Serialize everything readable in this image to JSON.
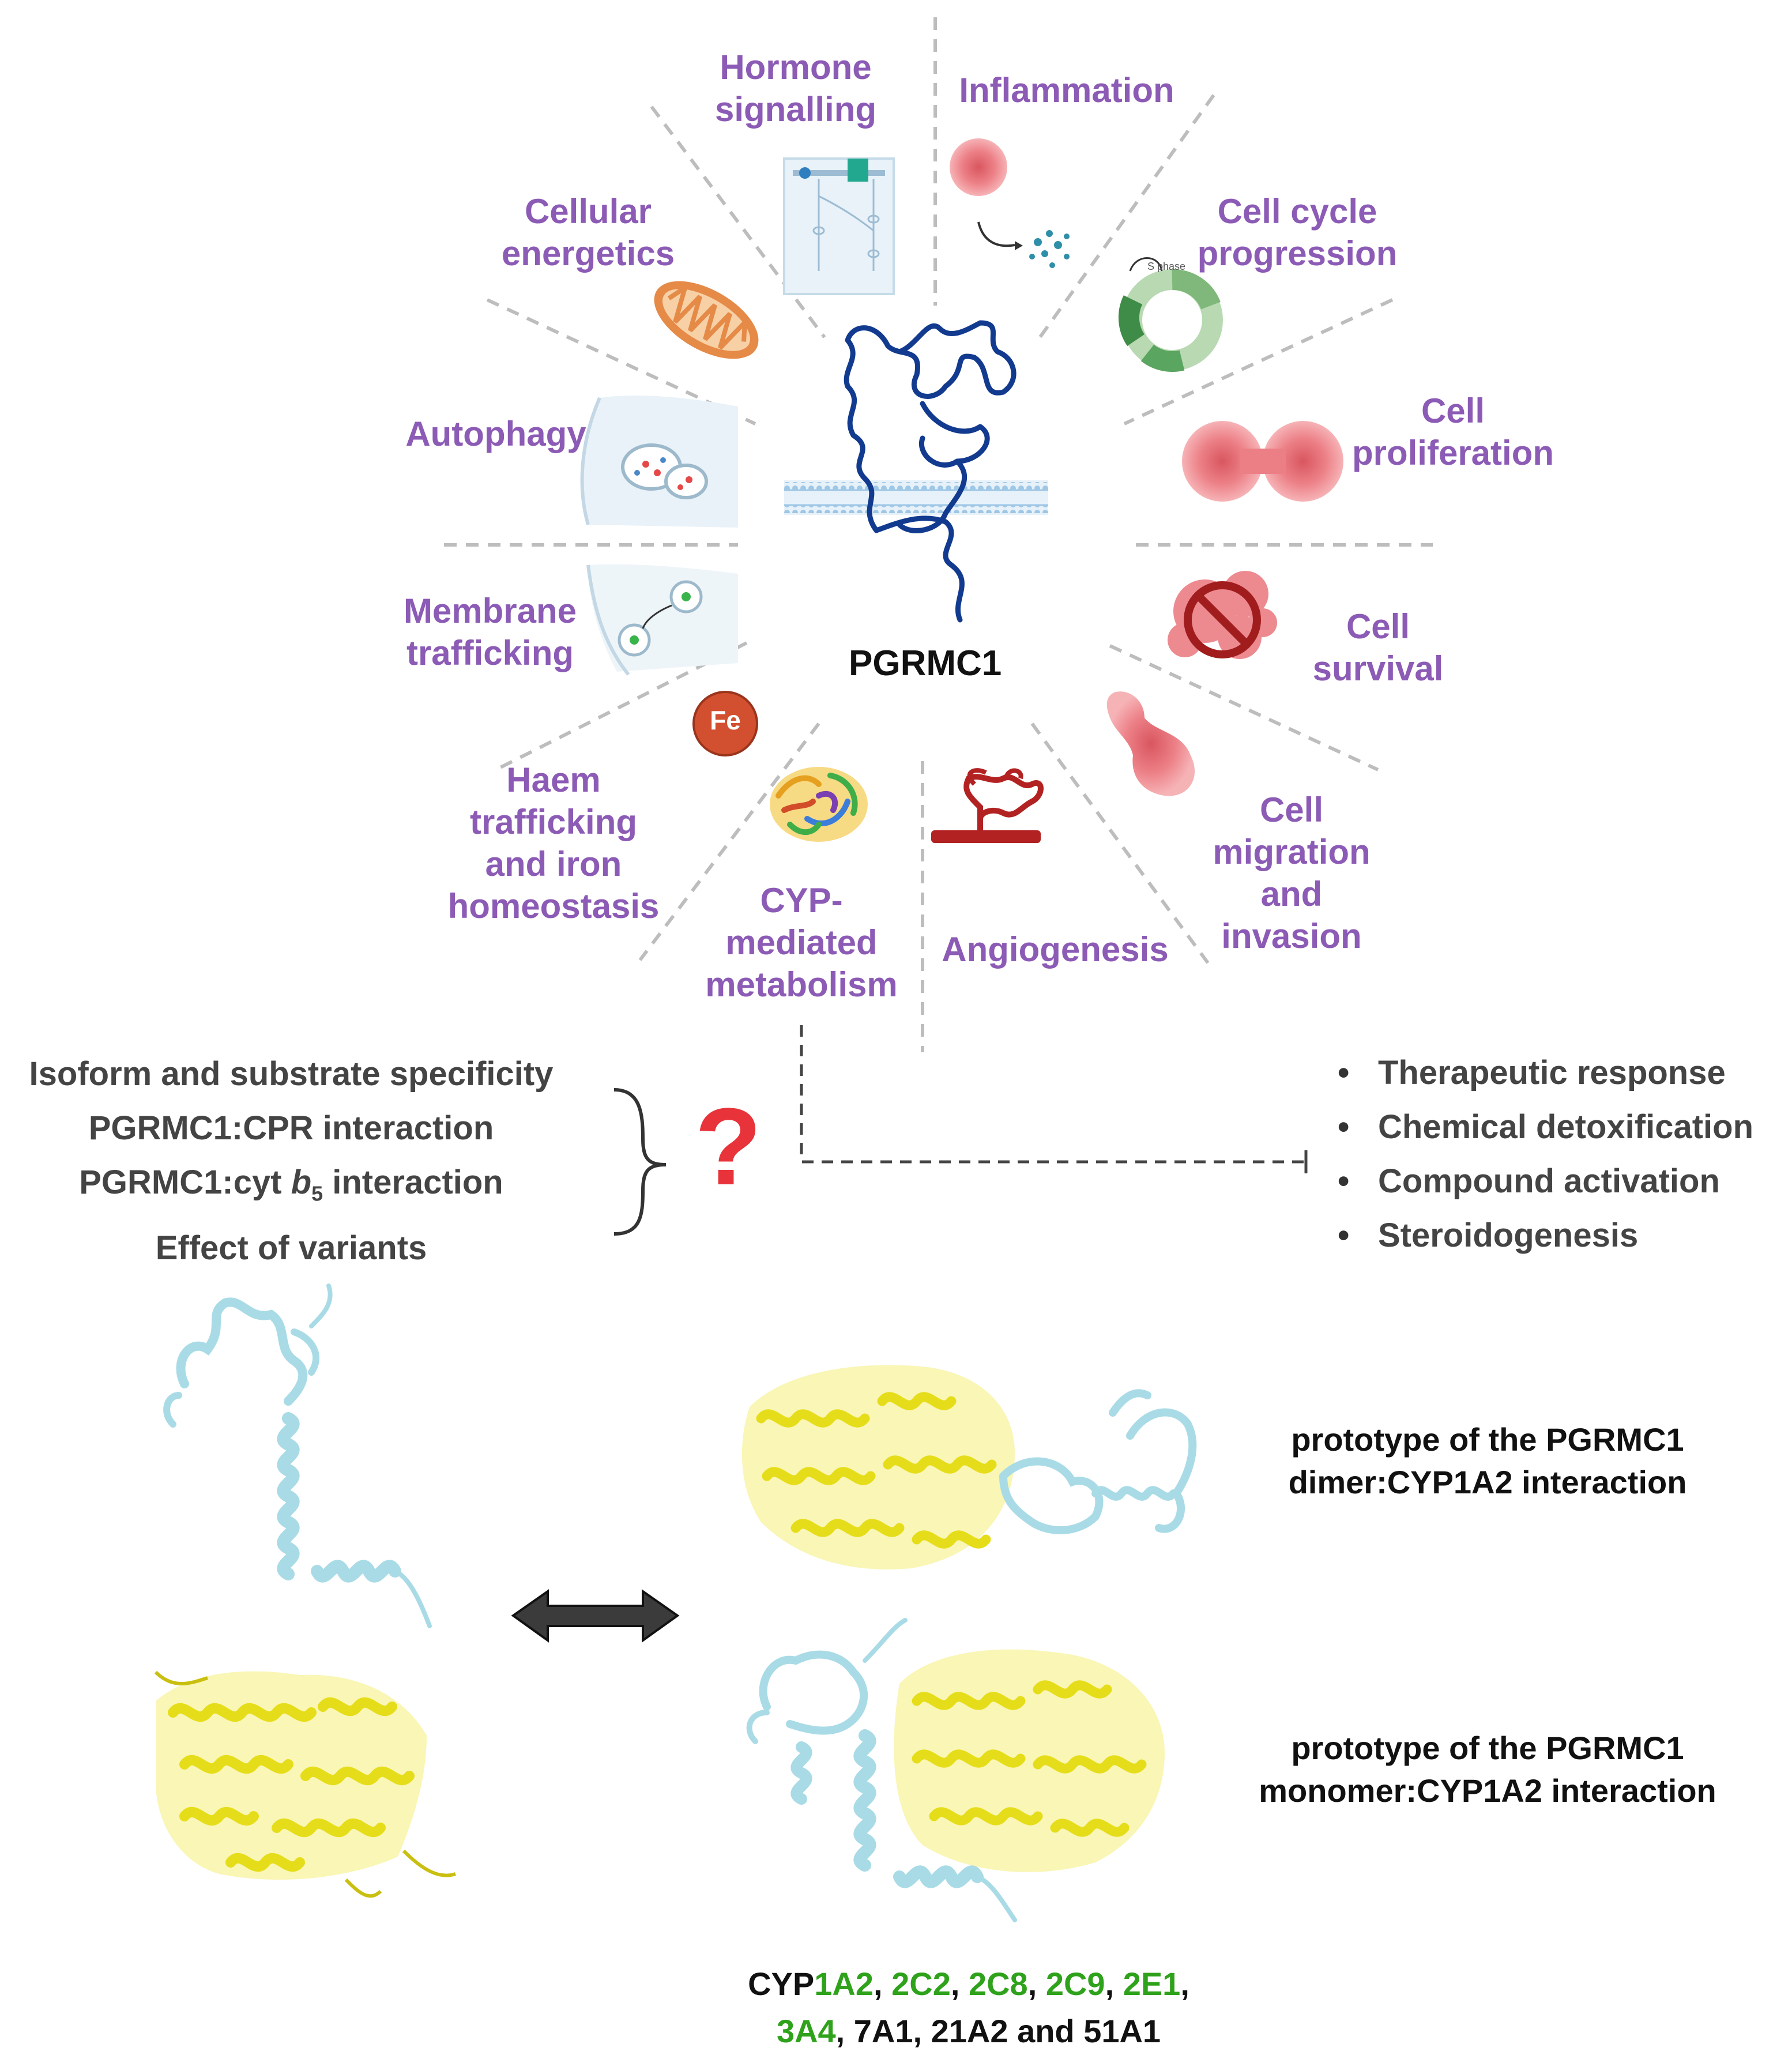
{
  "center": {
    "protein": "PGRMC1"
  },
  "functions": {
    "hormone": [
      "Hormone",
      "signalling"
    ],
    "inflammation": [
      "Inflammation"
    ],
    "energetics": [
      "Cellular",
      "energetics"
    ],
    "cellcycle": [
      "Cell cycle",
      "progression"
    ],
    "autophagy": [
      "Autophagy"
    ],
    "proliferation": [
      "Cell",
      "proliferation"
    ],
    "membrane": [
      "Membrane",
      "trafficking"
    ],
    "survival": [
      "Cell",
      "survival"
    ],
    "haem": [
      "Haem",
      "trafficking",
      "and iron",
      "homeostasis"
    ],
    "cyp": [
      "CYP-",
      "mediated",
      "metabolism"
    ],
    "angiogenesis": [
      "Angiogenesis"
    ],
    "migration": [
      "Cell",
      "migration",
      "and",
      "invasion"
    ]
  },
  "iron_badge": "Fe",
  "questions": [
    "Isoform and substrate specificity",
    "PGRMC1:CPR interaction",
    "PGRMC1:cyt ",
    "5",
    " interaction",
    "Effect of variants"
  ],
  "question_b": "b",
  "question_mark": "?",
  "outcomes": [
    "Therapeutic response",
    "Chemical detoxification",
    "Compound activation",
    "Steroidogenesis"
  ],
  "captions": {
    "dimer": [
      "prototype of the PGRMC1",
      "dimer:CYP1A2 interaction"
    ],
    "monomer": [
      "prototype of the PGRMC1",
      "monomer:CYP1A2 interaction"
    ]
  },
  "cyp_list": {
    "prefix": "CYP",
    "line1_green": [
      "1A2",
      "2C2",
      "2C8",
      "2C9",
      "2E1"
    ],
    "sep": ", ",
    "line2_green": "3A4",
    "line2_rest": ", 7A1, 21A2 and 51A1"
  },
  "colors": {
    "label_purple": "#8c5bb5",
    "protein_blue": "#123b8f",
    "membrane_blue": "#9fc7e6",
    "pgrmc1_cyan": "#a9dbe6",
    "cyp_yellow": "#e6dd1a",
    "question_red": "#e8333a",
    "cyp_green": "#2fa21b",
    "arrow_dark": "#3b3b3b"
  }
}
